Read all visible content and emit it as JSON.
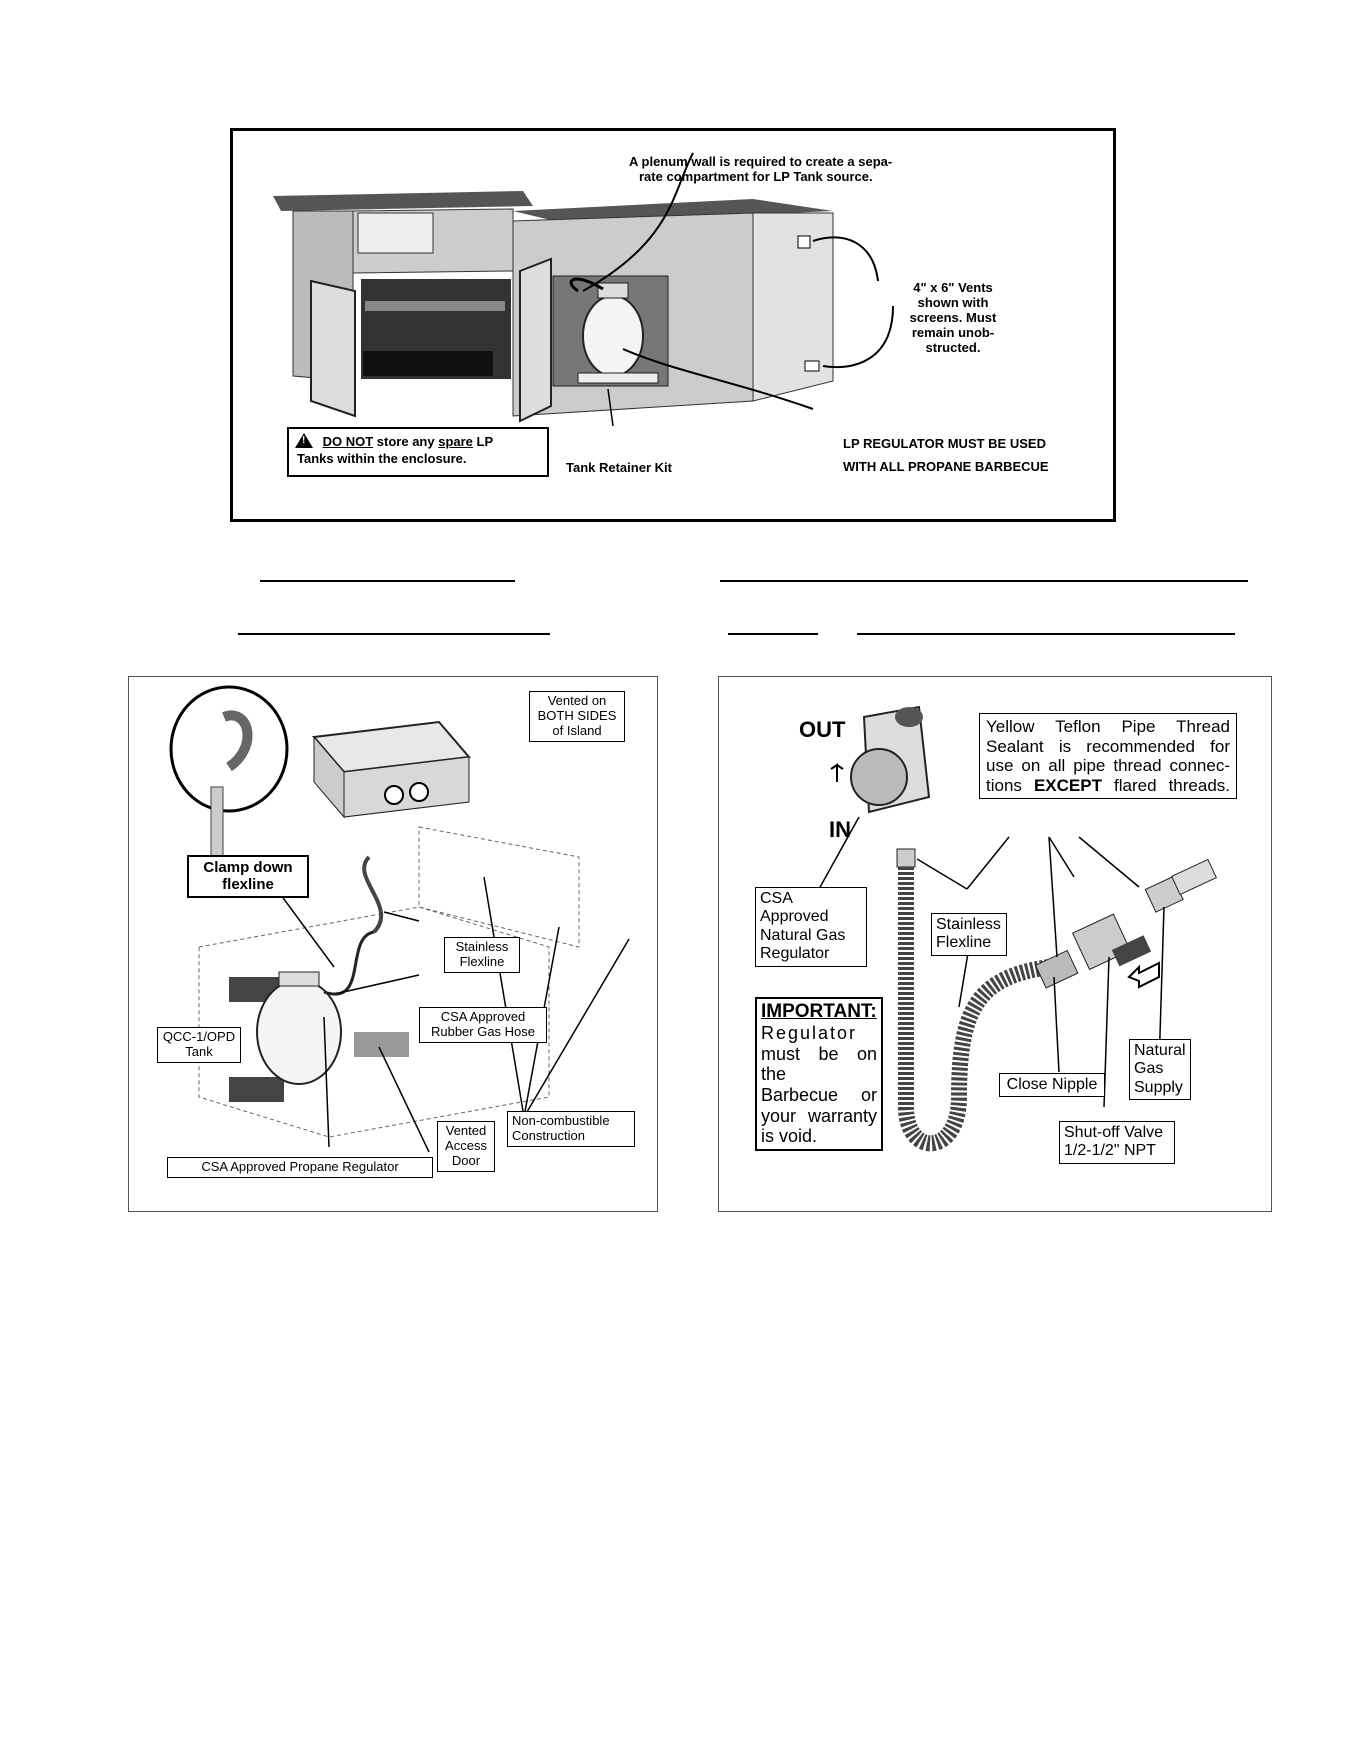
{
  "top_diagram": {
    "plenum_note": "A plenum wall is required to create a separate compartment for LP Tank source.",
    "plenum_line1": "A plenum wall is required to create a sepa-",
    "plenum_line2": "rate compartment for LP Tank source.",
    "vents_line1": "4\" x 6\" Vents",
    "vents_line2": "shown with",
    "vents_line3": "screens. Must",
    "vents_line4": "remain unob-",
    "vents_line5": "structed.",
    "warning_do_not": "DO NOT",
    "warning_store_any": " store any ",
    "warning_spare": "spare",
    "warning_lp": " LP",
    "warning_line2": "Tanks within the enclosure.",
    "warning_icon": "warning-triangle-icon",
    "tank_retainer": "Tank Retainer Kit",
    "regulator_line1": "LP REGULATOR MUST BE USED",
    "regulator_line2": "WITH ALL PROPANE BARBECUE"
  },
  "left_diagram": {
    "vented_line1": "Vented on",
    "vented_line2": "BOTH SIDES",
    "vented_line3": "of Island",
    "clamp_line1": "Clamp down",
    "clamp_line2": "flexline",
    "stainless_line1": "Stainless",
    "stainless_line2": "Flexline",
    "rubber_line1": "CSA Approved",
    "rubber_line2": "Rubber Gas Hose",
    "tank_line1": "QCC-1/OPD",
    "tank_line2": "Tank",
    "noncombust_line1": "Non-combustible",
    "noncombust_line2": "Construction",
    "access_line1": "Vented",
    "access_line2": "Access",
    "access_line3": "Door",
    "propane_regulator": "CSA Approved Propane Regulator"
  },
  "right_diagram": {
    "out_label": "OUT",
    "in_label": "IN",
    "teflon_line1": "Yellow Teflon Pipe Thread",
    "teflon_line2": "Sealant is recommended for",
    "teflon_line3": "use on all pipe thread connec-",
    "teflon_line4_a": "tions ",
    "teflon_line4_b": "EXCEPT",
    "teflon_line4_c": " flared threads.",
    "csa_line1": "CSA Approved",
    "csa_line2": "Natural Gas",
    "csa_line3": "Regulator",
    "flex_line1": "Stainless",
    "flex_line2": "Flexline",
    "important_title": "IMPORTANT:",
    "important_line1": "Regulator",
    "important_line2": "must be on the",
    "important_line3": "Barbecue or",
    "important_line4": "your warranty",
    "important_line5": "is void.",
    "nipple": "Close Nipple",
    "supply_line1": "Natural",
    "supply_line2": "Gas",
    "supply_line3": "Supply",
    "valve_line1": "Shut-off Valve",
    "valve_line2": "1/2-1/2\" NPT"
  }
}
